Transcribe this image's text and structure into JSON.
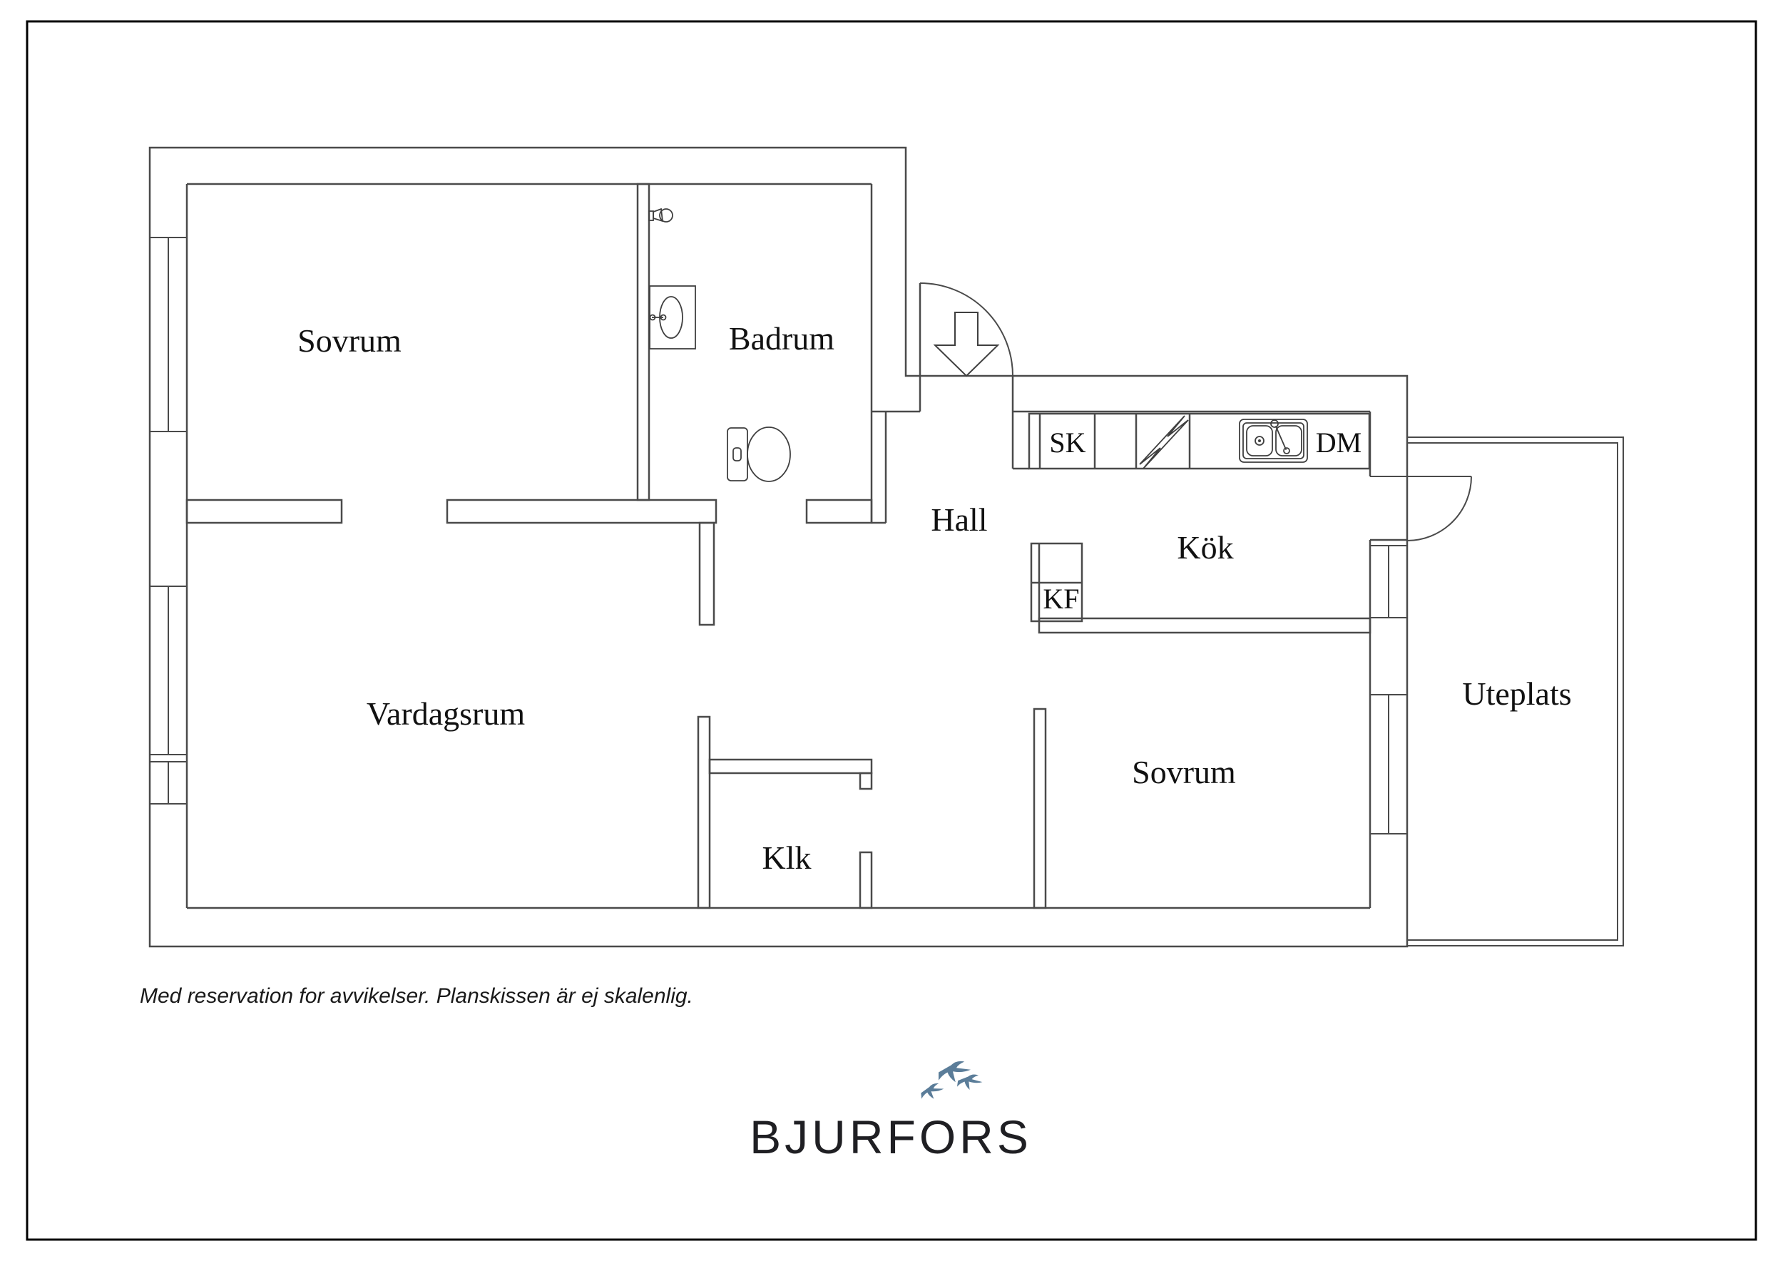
{
  "plan": {
    "rooms": {
      "bedroom_top": "Sovrum",
      "bathroom": "Badrum",
      "hall": "Hall",
      "kitchen": "Kök",
      "living_room": "Vardagsrum",
      "closet": "Klk",
      "bedroom_bottom": "Sovrum",
      "patio": "Uteplats"
    },
    "labels": {
      "cleaning_cabinet": "SK",
      "dishwasher": "DM",
      "fridge_freezer": "KF"
    },
    "colors": {
      "line": "#4a4a4a",
      "text": "#111111"
    }
  },
  "footer": {
    "disclaimer": "Med reservation for avvikelser. Planskissen är ej skalenlig."
  },
  "logo": {
    "brand": "BJURFORS",
    "bird_color": "#5b7d99",
    "text_color": "#1f1f23"
  }
}
